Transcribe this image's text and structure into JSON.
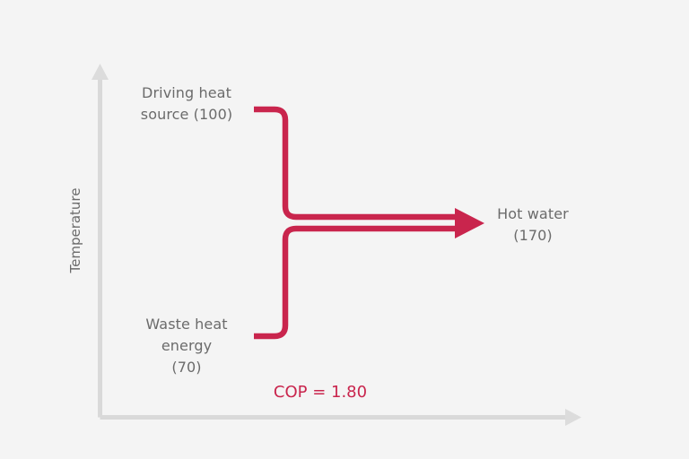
{
  "background_color": "#f4f4f4",
  "accent_color": "#c9254d",
  "text_color": "#6b6b6b",
  "axis_color": "#d8d8d8",
  "axes": {
    "y_label": "Temperature",
    "x_label": ""
  },
  "labels": {
    "driving_heat_source": "Driving heat\nsource (100)",
    "waste_heat_energy": "Waste heat\nenergy\n(70)",
    "hot_water": "Hot water\n(170)",
    "cop": "COP = 1.80"
  },
  "chart_data": {
    "type": "diagram",
    "title": "",
    "xlabel": "",
    "ylabel": "Temperature",
    "grid": false,
    "legend_position": "none",
    "streams": [
      {
        "name": "Driving heat source",
        "label": "Driving heat source (100)",
        "value": 100,
        "temperature_level": "high",
        "direction": "input",
        "color": "#c9254d"
      },
      {
        "name": "Waste heat energy",
        "label": "Waste heat energy (70)",
        "value": 70,
        "temperature_level": "low",
        "direction": "input",
        "color": "#c9254d"
      },
      {
        "name": "Hot water",
        "label": "Hot water (170)",
        "value": 170,
        "temperature_level": "medium",
        "direction": "output",
        "color": "#c9254d"
      }
    ],
    "metrics": [
      {
        "name": "COP",
        "value": 1.8,
        "display": "COP = 1.80"
      }
    ]
  }
}
